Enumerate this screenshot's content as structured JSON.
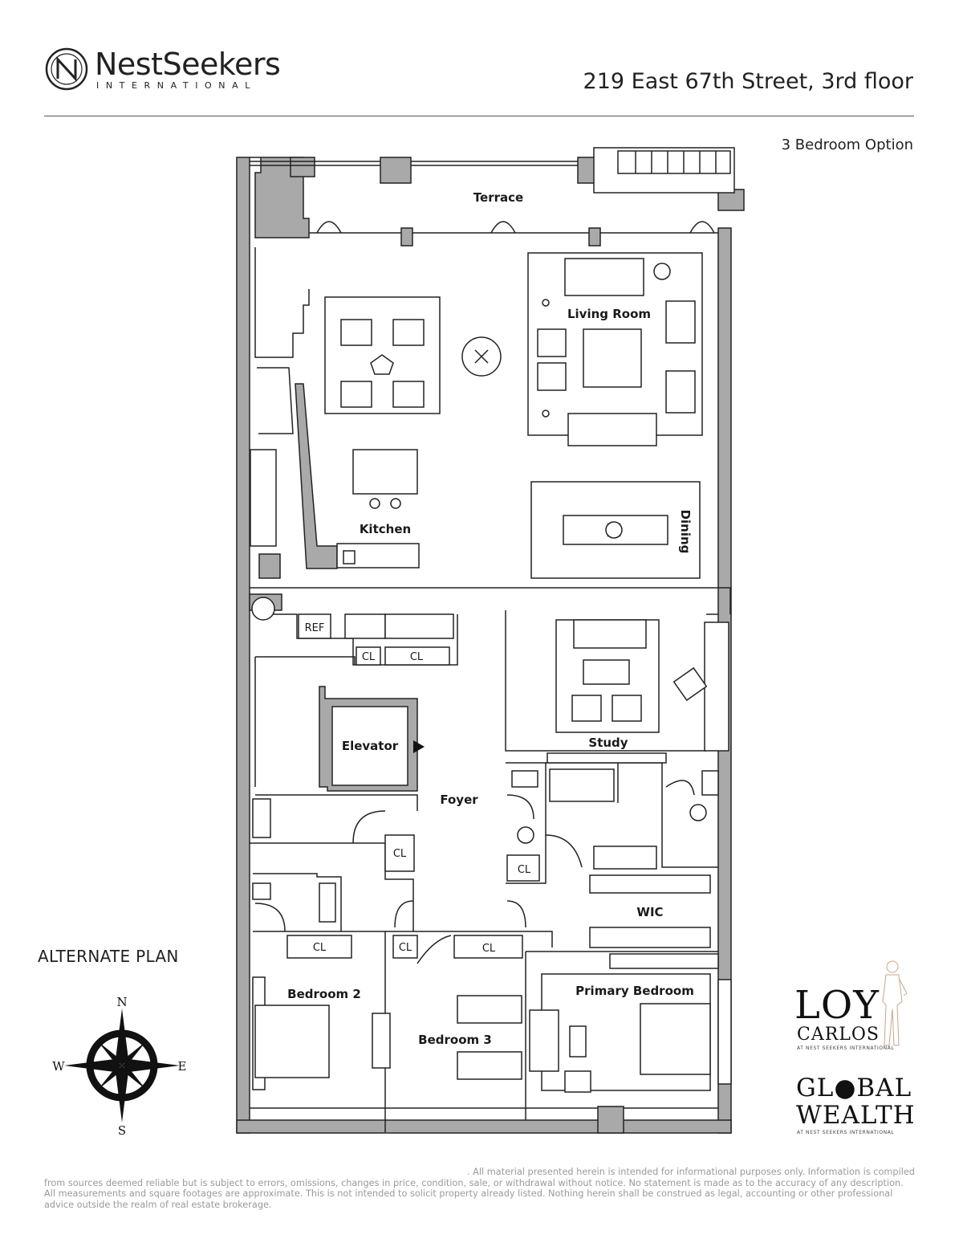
{
  "header": {
    "brand_name": "NestSeekers",
    "brand_sub": "INTERNATIONAL",
    "address": "219 East 67th Street, 3rd floor",
    "option": "3 Bedroom Option"
  },
  "plan_label": "ALTERNATE PLAN",
  "rooms": {
    "terrace": "Terrace",
    "living_room": "Living Room",
    "kitchen": "Kitchen",
    "dining": "Dining",
    "study": "Study",
    "elevator": "Elevator",
    "foyer": "Foyer",
    "wic": "WIC",
    "bedroom_2": "Bedroom 2",
    "bedroom_3": "Bedroom 3",
    "primary_bedroom": "Primary Bedroom"
  },
  "fixtures": {
    "ref": "REF",
    "closet": "CL"
  },
  "compass": {
    "n": "N",
    "e": "E",
    "s": "S",
    "w": "W"
  },
  "agent_brand": {
    "line1": "LOY",
    "line2": "CARLOS",
    "line3": "AT NEST SEEKERS INTERNATIONAL"
  },
  "wealth_brand": {
    "line1": "GL●BAL",
    "line2": "WEALTH",
    "line3": "AT NEST SEEKERS INTERNATIONAL"
  },
  "disclaimer": ". All material presented herein is intended for informational purposes only. Information is compiled from sources deemed reliable but is subject to errors, omissions, changes in price, condition, sale, or withdrawal without notice. No statement is made as to the accuracy of any description. All measurements and square footages are approximate. This is not intended to solicit property already listed. Nothing herein shall be construed as legal, accounting or other professional advice outside the realm of real estate brokerage."
}
